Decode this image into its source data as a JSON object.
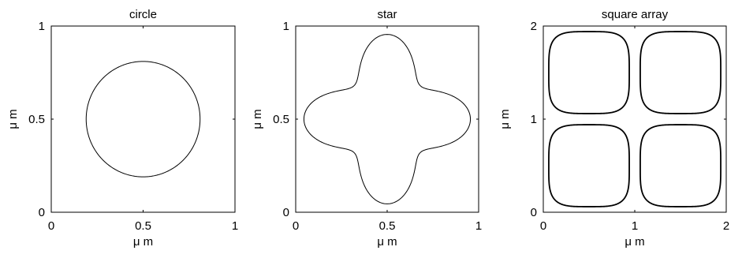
{
  "chart_data": [
    {
      "type": "line",
      "title": "circle",
      "xlabel": "μ m",
      "ylabel": "μ m",
      "xlim": [
        0,
        1
      ],
      "ylim": [
        0,
        1
      ],
      "xticks": [
        "0",
        "0.5",
        "1"
      ],
      "yticks": [
        "0",
        "0.5",
        "1"
      ],
      "grid": false,
      "shape": "circle",
      "center": [
        0.5,
        0.5
      ],
      "radius": 0.31
    },
    {
      "type": "line",
      "title": "star",
      "xlabel": "μ m",
      "ylabel": "μ m",
      "xlim": [
        0,
        1
      ],
      "ylim": [
        0,
        1
      ],
      "xticks": [
        "0",
        "0.5",
        "1"
      ],
      "yticks": [
        "0",
        "0.5",
        "1"
      ],
      "grid": false,
      "shape": "four-pointed star",
      "center": [
        0.5,
        0.5
      ],
      "tip_radius": 0.455,
      "waist_radius": 0.255
    },
    {
      "type": "line",
      "title": "square array",
      "xlabel": "μ m",
      "ylabel": "μ m",
      "xlim": [
        0,
        2
      ],
      "ylim": [
        0,
        2
      ],
      "xticks": [
        "0",
        "1",
        "2"
      ],
      "yticks": [
        "0",
        "1",
        "2"
      ],
      "grid": false,
      "shape": "2x2 array of rounded squares",
      "cell_centers": [
        [
          0.5,
          0.5
        ],
        [
          1.5,
          0.5
        ],
        [
          0.5,
          1.5
        ],
        [
          1.5,
          1.5
        ]
      ],
      "cell_half_width": 0.44
    }
  ]
}
